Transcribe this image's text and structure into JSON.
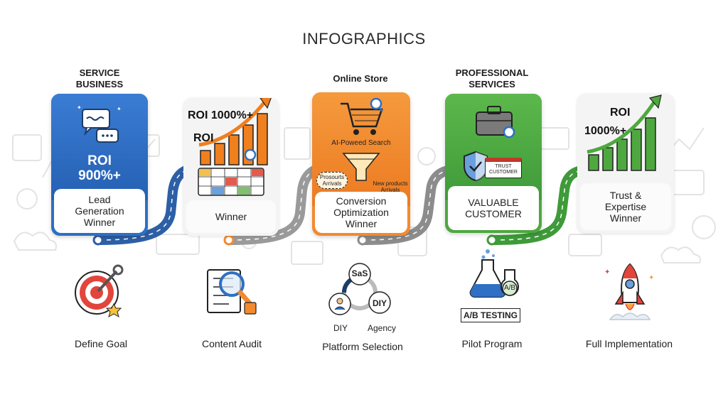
{
  "title": "INFOGRAPHICS",
  "colors": {
    "blue": "#2f6fc4",
    "orange": "#f28a30",
    "green": "#4ea83f",
    "road_blue": "#2d5fa6",
    "road_gray": "#9a9a9a",
    "road_green": "#3f9a3a"
  },
  "stages": [
    {
      "heading": "SERVICE\nBUSINESS",
      "card_icon": "chat-bubbles-icon",
      "roi": "ROI\n900%+",
      "result": "Lead\nGeneration\nWinner"
    },
    {
      "heading": "",
      "card_icon": "growth-bar-chart-icon",
      "roi_line1": "ROI 1000%+",
      "roi_line2": "ROI",
      "result": "Winner"
    },
    {
      "heading": "Online Store",
      "card_icon": "shopping-cart-icon",
      "search_label": "AI-Poweed Search",
      "left_badge": "Prosourts\nArrivals",
      "right_badge": "New products\nArrivals",
      "result": "Conversion\nOptimization\nWinner"
    },
    {
      "heading": "PROFESSIONAL\nSERVICES",
      "card_icon": "briefcase-icon",
      "trust_badge": "TRUST\nCUSTOMER",
      "result": "VALUABLE\nCUSTOMER"
    },
    {
      "heading": "",
      "card_icon": "growth-bar-chart-icon",
      "roi_line1": "ROI",
      "roi_line2": "1000%+",
      "result": "Trust &\nExpertise\nWinner"
    }
  ],
  "steps": [
    {
      "label": "Define Goal",
      "icon": "target-icon"
    },
    {
      "label": "Content Audit",
      "icon": "magnifier-checklist-icon"
    },
    {
      "label": "Platform Selection",
      "icon": "platform-venn-icon",
      "options": [
        "SaS",
        "DIY",
        "DIY",
        "Agency"
      ]
    },
    {
      "label": "Pilot Program",
      "icon": "flask-icon",
      "badge": "A/B TESTING",
      "flask_label": "A/B"
    },
    {
      "label": "Full Implementation",
      "icon": "rocket-icon"
    }
  ]
}
